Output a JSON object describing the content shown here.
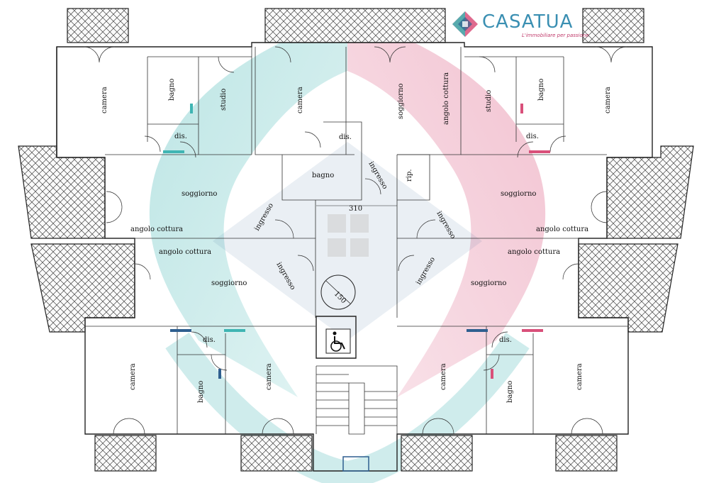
{
  "brand": {
    "name": "CASATUA",
    "tagline": "L'immobiliare per passione",
    "colors": {
      "teal": "#3fb5b3",
      "pink": "#d9507a",
      "navy": "#2f5f8f"
    }
  },
  "rooms": {
    "top_left_camera": "camera",
    "top_left_bagno": "bagno",
    "top_left_studio": "studio",
    "top_left_dis": "dis.",
    "top_left_soggiorno": "soggiorno",
    "top_left_angolo": "angolo cottura",
    "top_left_ingresso": "ingresso",
    "top_center_camera": "camera",
    "top_center_soggiorno": "soggiorno",
    "top_center_angolo": "angolo cottura",
    "top_center_dis": "dis.",
    "top_center_bagno": "bagno",
    "top_center_ingresso": "ingresso",
    "top_center_rip": "rip.",
    "top_right_studio": "studio",
    "top_right_bagno": "bagno",
    "top_right_camera": "camera",
    "top_right_dis": "dis.",
    "top_right_soggiorno": "soggiorno",
    "top_right_angolo": "angolo cottura",
    "top_right_ingresso": "ingresso",
    "bottom_left_angolo": "angolo cottura",
    "bottom_left_soggiorno": "soggiorno",
    "bottom_left_ingresso": "ingresso",
    "bottom_left_dis": "dis.",
    "bottom_left_camera1": "camera",
    "bottom_left_bagno": "bagno",
    "bottom_left_camera2": "camera",
    "bottom_right_angolo": "angolo cottura",
    "bottom_right_soggiorno": "soggiorno",
    "bottom_right_ingresso": "ingresso",
    "bottom_right_dis": "dis.",
    "bottom_right_camera1": "camera",
    "bottom_right_bagno": "bagno",
    "bottom_right_camera2": "camera"
  },
  "dimensions": {
    "width_310": "310",
    "circle_150": "150"
  },
  "icons": {
    "wheelchair": "wheelchair-icon",
    "logo": "casatua-logo-icon"
  }
}
